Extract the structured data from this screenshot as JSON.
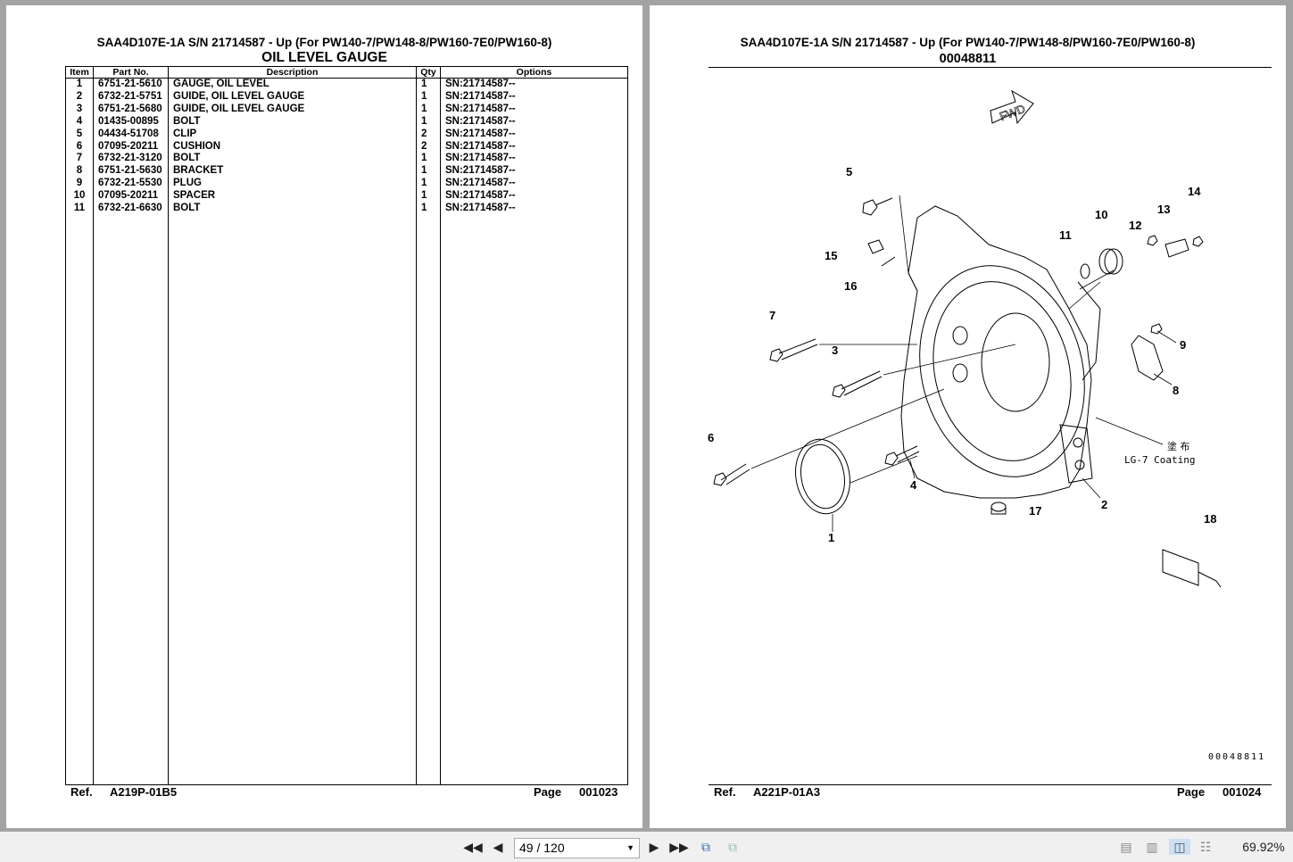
{
  "left_page": {
    "header": "SAA4D107E-1A S/N 21714587 - Up (For PW140-7/PW148-8/PW160-7E0/PW160-8)",
    "title": "OIL LEVEL GAUGE",
    "columns": [
      "Item",
      "Part No.",
      "Description",
      "Qty",
      "Options"
    ],
    "rows": [
      [
        "1",
        "6751-21-5610",
        "GAUGE, OIL LEVEL",
        "1",
        "SN:21714587--"
      ],
      [
        "2",
        "6732-21-5751",
        "GUIDE, OIL LEVEL GAUGE",
        "1",
        "SN:21714587--"
      ],
      [
        "3",
        "6751-21-5680",
        "GUIDE, OIL LEVEL GAUGE",
        "1",
        "SN:21714587--"
      ],
      [
        "4",
        "01435-00895",
        "BOLT",
        "1",
        "SN:21714587--"
      ],
      [
        "5",
        "04434-51708",
        "CLIP",
        "2",
        "SN:21714587--"
      ],
      [
        "6",
        "07095-20211",
        "CUSHION",
        "2",
        "SN:21714587--"
      ],
      [
        "7",
        "6732-21-3120",
        "BOLT",
        "1",
        "SN:21714587--"
      ],
      [
        "8",
        "6751-21-5630",
        "BRACKET",
        "1",
        "SN:21714587--"
      ],
      [
        "9",
        "6732-21-5530",
        "PLUG",
        "1",
        "SN:21714587--"
      ],
      [
        "10",
        "07095-20211",
        "SPACER",
        "1",
        "SN:21714587--"
      ],
      [
        "11",
        "6732-21-6630",
        "BOLT",
        "1",
        "SN:21714587--"
      ]
    ],
    "ref_label": "Ref.",
    "ref": "A219P-01B5",
    "page_label": "Page",
    "page": "001023"
  },
  "right_page": {
    "header": "SAA4D107E-1A S/N 21714587 - Up (For PW140-7/PW148-8/PW160-7E0/PW160-8)",
    "title": "00048811",
    "fwd": "FWD",
    "coating": "塗 布",
    "coating_en": "LG-7 Coating",
    "drawing_no": "00048811",
    "callouts": [
      "1",
      "2",
      "3",
      "4",
      "5",
      "6",
      "7",
      "8",
      "9",
      "10",
      "11",
      "12",
      "13",
      "14",
      "15",
      "16",
      "17",
      "18"
    ],
    "ref_label": "Ref.",
    "ref": "A221P-01A3",
    "page_label": "Page",
    "page": "001024"
  },
  "toolbar": {
    "page_value": "49 / 120",
    "zoom": "69.92%"
  }
}
